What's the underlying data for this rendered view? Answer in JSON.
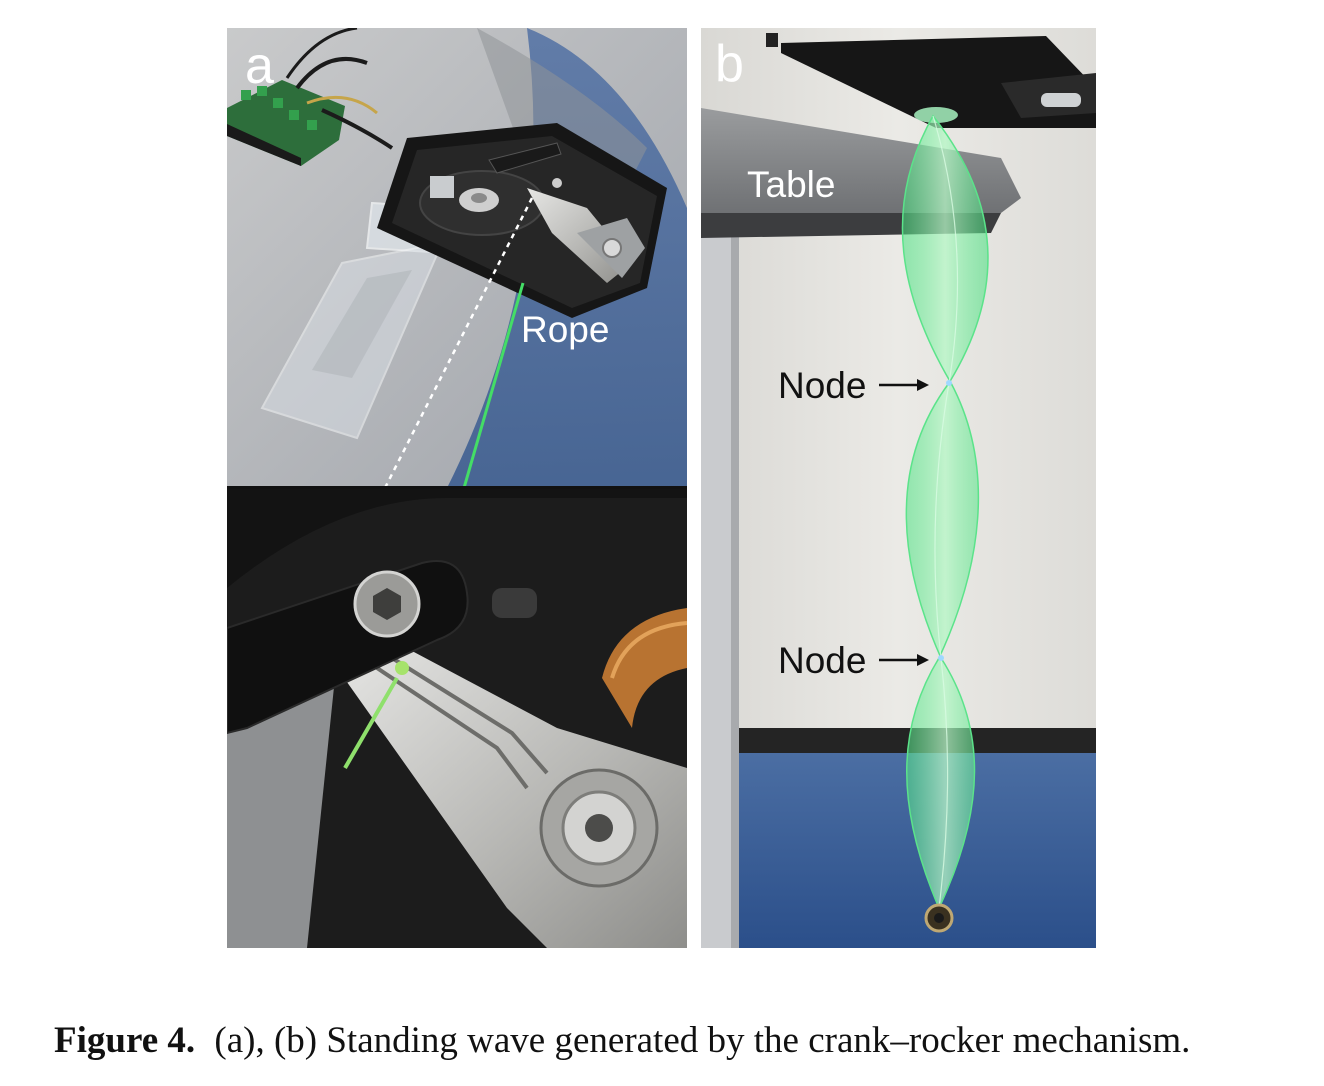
{
  "figure": {
    "panel_a": {
      "letter": "a",
      "rope_label": "Rope"
    },
    "panel_b": {
      "letter": "b",
      "table_label": "Table",
      "node_labels": [
        "Node",
        "Node"
      ]
    },
    "caption": {
      "label": "Figure 4.",
      "text": "(a), (b) Standing wave generated by the crank–rocker mechanism."
    }
  },
  "colors": {
    "rope_green": "#44dd66",
    "wave_green": "#7cf2a0",
    "wall": "#e7e6e2",
    "floor_blue": "#345a94",
    "device_black": "#151515"
  }
}
